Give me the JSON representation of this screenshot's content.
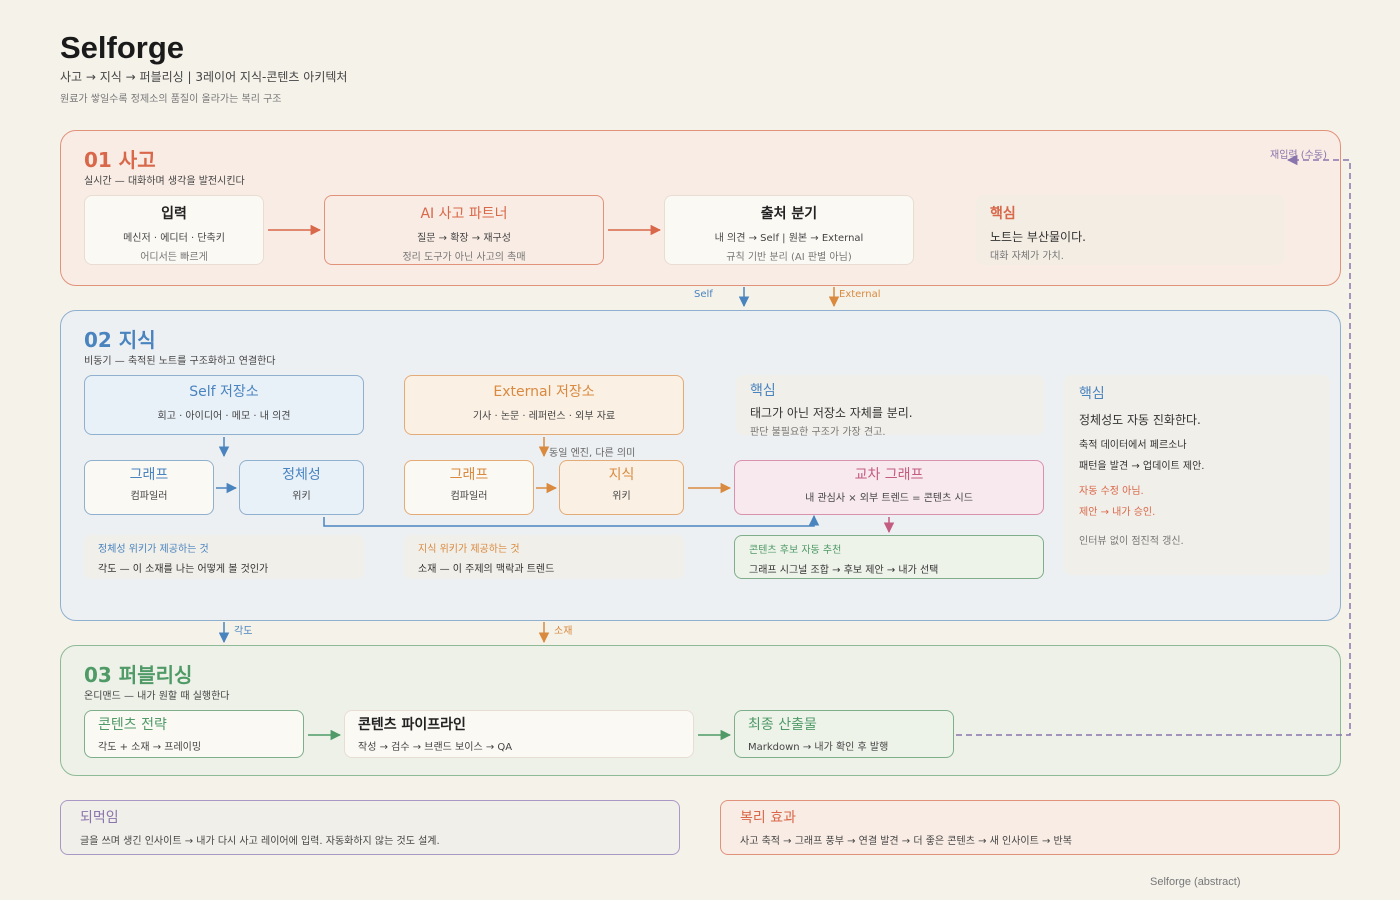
{
  "header": {
    "title": "Selforge",
    "subtitle": "사고 → 지식 → 퍼블리싱  |  3레이어 지식-콘텐츠 아키텍처",
    "tagline": "원료가 쌓일수록 정제소의 품질이 올라가는 복리 구조"
  },
  "colors": {
    "thinking": "#d9684a",
    "knowledge": "#4a84bf",
    "external": "#d98a3f",
    "cross": "#c45c82",
    "publish": "#4f9a67",
    "feedback": "#8a74ad"
  },
  "layer1": {
    "heading": "01 사고",
    "desc": "실시간 — 대화하며 생각을 발전시킨다",
    "reinput": "재입력 (수동)",
    "input": {
      "title": "입력",
      "line1": "메신저 · 에디터 · 단축키",
      "line2": "어디서든 빠르게"
    },
    "partner": {
      "title": "AI 사고 파트너",
      "line1": "질문 → 확장 → 재구성",
      "line2": "정리 도구가 아닌 사고의 촉매"
    },
    "branch": {
      "title": "출처 분기",
      "line1": "내 의견 → Self  |  원본 → External",
      "line2": "규칙 기반 분리 (AI 판별 아님)"
    },
    "core": {
      "title": "핵심",
      "line1": "노트는 부산물이다.",
      "line2": "대화 자체가 가치."
    }
  },
  "flow12": {
    "self": "Self",
    "external": "External"
  },
  "layer2": {
    "heading": "02 지식",
    "desc": "비동기 — 축적된 노트를 구조화하고 연결한다",
    "self_store": {
      "title": "Self 저장소",
      "line1": "회고 · 아이디어 · 메모 · 내 의견"
    },
    "ext_store": {
      "title": "External 저장소",
      "line1": "기사 · 논문 · 레퍼런스 · 외부 자료"
    },
    "same_engine": "동일 엔진, 다른 의미",
    "core1": {
      "title": "핵심",
      "line1": "태그가 아닌 저장소 자체를 분리.",
      "line2": "판단 불필요한 구조가 가장 견고."
    },
    "graph_self": {
      "title": "그래프",
      "line1": "컴파일러"
    },
    "identity": {
      "title": "정체성",
      "line1": "위키"
    },
    "graph_ext": {
      "title": "그래프",
      "line1": "컴파일러"
    },
    "knowledge": {
      "title": "지식",
      "line1": "위키"
    },
    "cross": {
      "title": "교차 그래프",
      "line1": "내 관심사 × 외부 트렌드 = 콘텐츠 시드"
    },
    "identity_gives": {
      "title": "정체성 위키가 제공하는 것",
      "line1": "각도 — 이 소재를 나는 어떻게 볼 것인가"
    },
    "knowledge_gives": {
      "title": "지식 위키가 제공하는 것",
      "line1": "소재 — 이 주제의 맥락과 트렌드"
    },
    "recommend": {
      "title": "콘텐츠 후보 자동 추천",
      "line1": "그래프 시그널 조합 → 후보 제안 → 내가 선택"
    },
    "core2": {
      "title": "핵심",
      "line1": "정체성도 자동 진화한다.",
      "line2": "축적 데이터에서 페르소나",
      "line3": "패턴을 발견 → 업데이트 제안.",
      "line4": "자동 수정 아님.",
      "line5": "제안 → 내가 승인.",
      "line6": "인터뷰 없이 점진적 갱신."
    }
  },
  "flow23": {
    "angle": "각도",
    "material": "소재"
  },
  "layer3": {
    "heading": "03 퍼블리싱",
    "desc": "온디맨드 — 내가 원할 때 실행한다",
    "strategy": {
      "title": "콘텐츠 전략",
      "line1": "각도 + 소재 → 프레이밍"
    },
    "pipeline": {
      "title": "콘텐츠 파이프라인",
      "line1": "작성 → 검수 → 브랜드 보이스 → QA"
    },
    "output": {
      "title": "최종 산출물",
      "line1": "Markdown → 내가 확인 후 발행"
    }
  },
  "feedback": {
    "title": "되먹임",
    "line1": "글을 쓰며 생긴 인사이트 → 내가 다시 사고 레이어에 입력. 자동화하지 않는 것도 설계."
  },
  "compound": {
    "title": "복리 효과",
    "line1": "사고 축적 → 그래프 풍부 → 연결 발견 → 더 좋은 콘텐츠 → 새 인사이트 → 반복"
  },
  "footer": "Selforge (abstract)"
}
